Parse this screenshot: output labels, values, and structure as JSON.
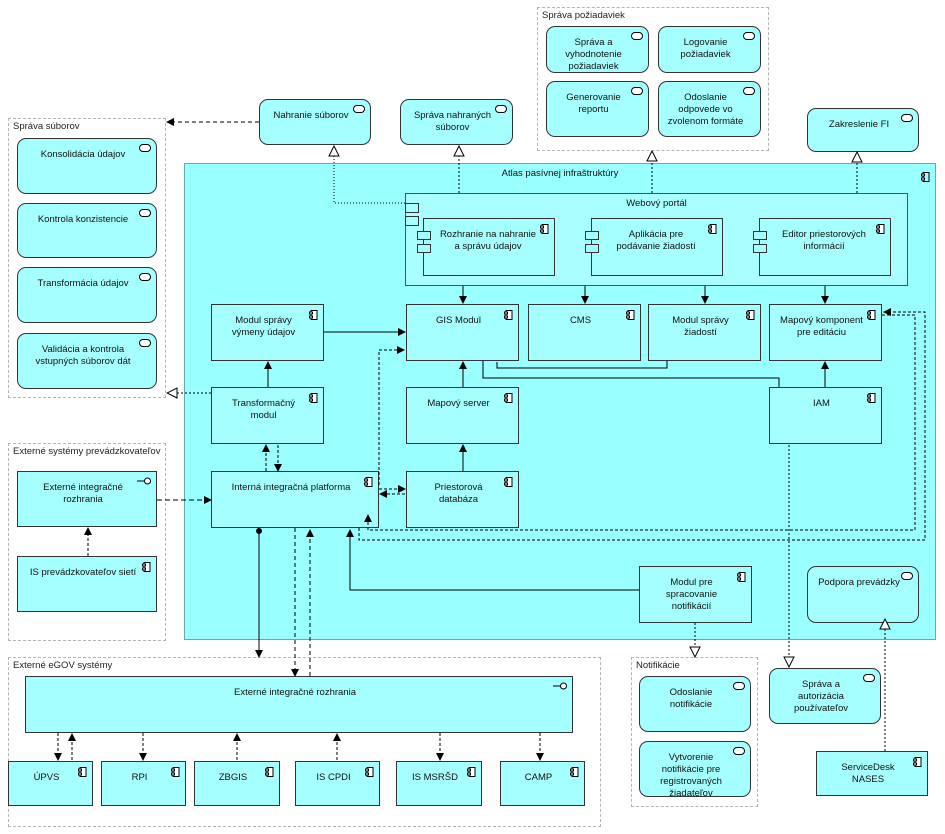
{
  "groups": {
    "sprava_poziadaviek": "Správa požiadaviek",
    "sprava_suborov": "Správa súborov",
    "externe_systemy_prevadzkovatelov": "Externé systémy prevádzkovateľov",
    "externe_egov": "Externé eGOV systémy",
    "notifikacie": "Notifikácie"
  },
  "atlas": {
    "title": "Atlas pasívnej infraštruktúry",
    "webovy_portal": "Webový portál"
  },
  "services": {
    "sprava_vyhodnotenie": "Správa a vyhodnotenie požiadaviek",
    "logovanie": "Logovanie požiadaviek",
    "generovanie": "Generovanie reportu",
    "odoslanie_odpovede": "Odoslanie odpovede vo zvolenom formáte",
    "nahranie": "Nahranie súborov",
    "sprava_nahranych": "Správa nahraných súborov",
    "zakreslenie": "Zakreslenie FI",
    "konsolidacia": "Konsolidácia údajov",
    "kontrola": "Kontrola konzistencie",
    "transformacia": "Transformácia údajov",
    "validacia": "Validácia a kontrola vstupných súborov dát",
    "odoslanie_notifikacie": "Odoslanie notifikácie",
    "vytvorenie_notifikacie": "Vytvorenie notifikácie pre registrovaných žiadateľov",
    "sprava_autorizacia": "Správa a autorizácia používateľov",
    "podpora": "Podpora prevádzky"
  },
  "components": {
    "rozhranie": "Rozhranie na nahranie a správu údajov",
    "aplikacia": "Aplikácia pre podávanie žiadostí",
    "editor": "Editor priestorových informácií",
    "modul_vymeny": "Modul správy výmeny údajov",
    "gis": "GIS Modul",
    "cms": "CMS",
    "modul_ziadosti": "Modul správy žiadostí",
    "mapovy_komponent": "Mapový komponent pre editáciu",
    "transformacny": "Transformačný modul",
    "mapovy_server": "Mapový server",
    "iam": "IAM",
    "integracna": "Interná integračná platforma",
    "priestorova": "Priestorová databáza",
    "modul_notifikacii": "Modul pre spracovanie notifikácií",
    "is_prevadzkovatelov": "IS prevádzkovateľov sietí",
    "servicedesk": "ServiceDesk NASES",
    "upvs": "ÚPVS",
    "rpi": "RPI",
    "zbgis": "ZBGIS",
    "is_cpdi": "IS CPDI",
    "is_msrsd": "IS MSRŠD",
    "camp": "CAMP"
  },
  "interfaces": {
    "externe_rozhrania": "Externé integračné rozhrania",
    "externe_egov_rozhrania": "Externé integračné rozhrania"
  }
}
